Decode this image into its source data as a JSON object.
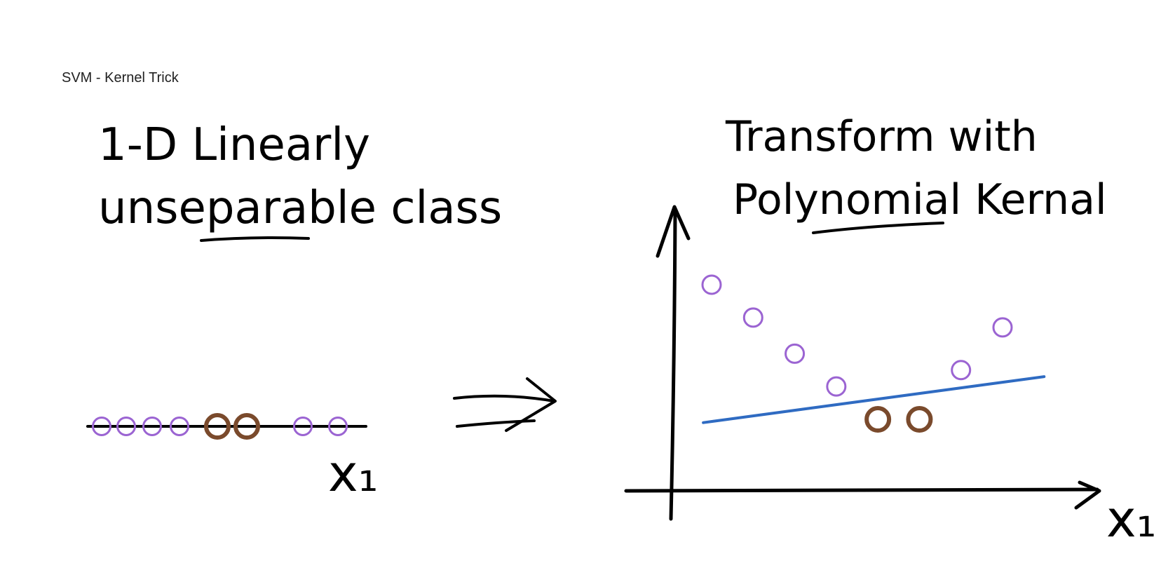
{
  "page_title": "SVM - Kernel Trick",
  "left_heading": {
    "line1": "1-D Linearly",
    "line2": "unseparable class"
  },
  "left_axis_label": "x₁",
  "right_heading": {
    "line1": "Transform with",
    "line2": "Polynomial Kernal"
  },
  "right_axis_label": "x₁",
  "colors": {
    "ink": "#000000",
    "class_a": "#9b64d2",
    "class_b": "#7a4a2c",
    "boundary": "#2f6bc2"
  },
  "chart_data": [
    {
      "type": "scatter",
      "description": "1-D points on x1 axis",
      "series": [
        {
          "name": "",
          "class": "a",
          "x": [
            1,
            2,
            3,
            4,
            7,
            8
          ]
        },
        {
          "name": "",
          "class": "b",
          "x": [
            5,
            6
          ]
        }
      ]
    },
    {
      "type": "scatter",
      "description": "points after polynomial kernel transform with linear separating boundary",
      "series": [
        {
          "name": "",
          "class": "a",
          "x": [
            1,
            2,
            3,
            4,
            7,
            8
          ],
          "y": [
            6.4,
            5.4,
            4.3,
            3.3,
            3.8,
            5.1
          ]
        },
        {
          "name": "",
          "class": "b",
          "x": [
            5,
            6
          ],
          "y": [
            2.3,
            2.3
          ]
        }
      ],
      "boundary": {
        "x": [
          0.8,
          9.0
        ],
        "y": [
          2.2,
          3.6
        ]
      }
    }
  ]
}
